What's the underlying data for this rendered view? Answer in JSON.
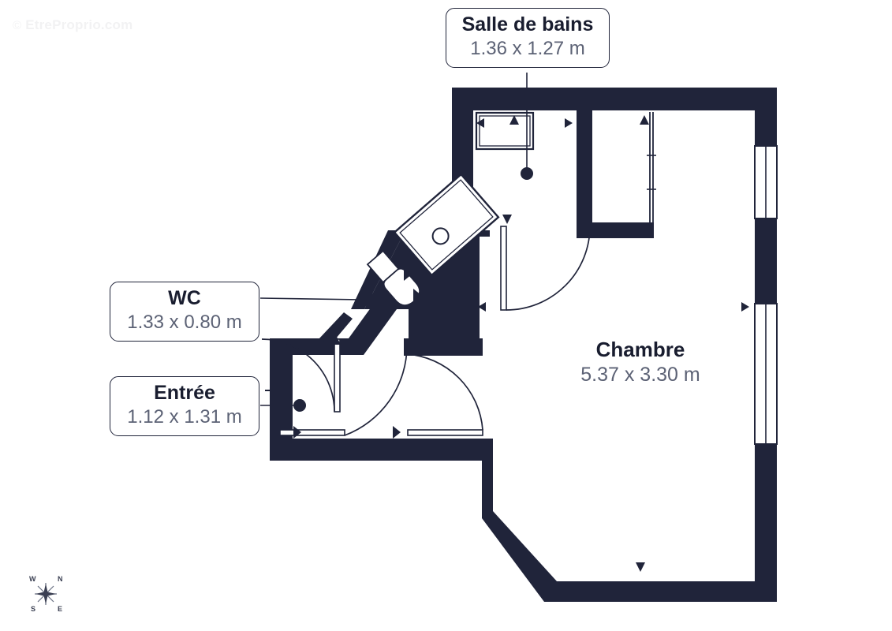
{
  "watermark": {
    "symbol": "©",
    "text": "EtreProprio.com"
  },
  "rooms": [
    {
      "key": "salle_de_bains",
      "name": "Salle de bains",
      "dimensions": "1.36 x 1.27 m",
      "style": "callout"
    },
    {
      "key": "wc",
      "name": "WC",
      "dimensions": "1.33 x 0.80 m",
      "style": "callout"
    },
    {
      "key": "entree",
      "name": "Entrée",
      "dimensions": "1.12 x 1.31 m",
      "style": "callout"
    },
    {
      "key": "chambre",
      "name": "Chambre",
      "dimensions": "5.37 x 3.30 m",
      "style": "inline"
    }
  ],
  "compass": {
    "north": "N",
    "south": "S",
    "east": "E",
    "west": "W"
  },
  "colors": {
    "wall": "#20243a",
    "background": "#ffffff",
    "label_text": "#191d2f",
    "dimension_text": "#5c6275",
    "watermark": "#f2f2f3",
    "fixture_stroke": "#20243a"
  },
  "plan": {
    "title": "Apartment floor plan",
    "units": "meters",
    "room_count": 4,
    "window_count": 2,
    "door_count": 4,
    "entry_arrow": "entrance direction arrow"
  }
}
